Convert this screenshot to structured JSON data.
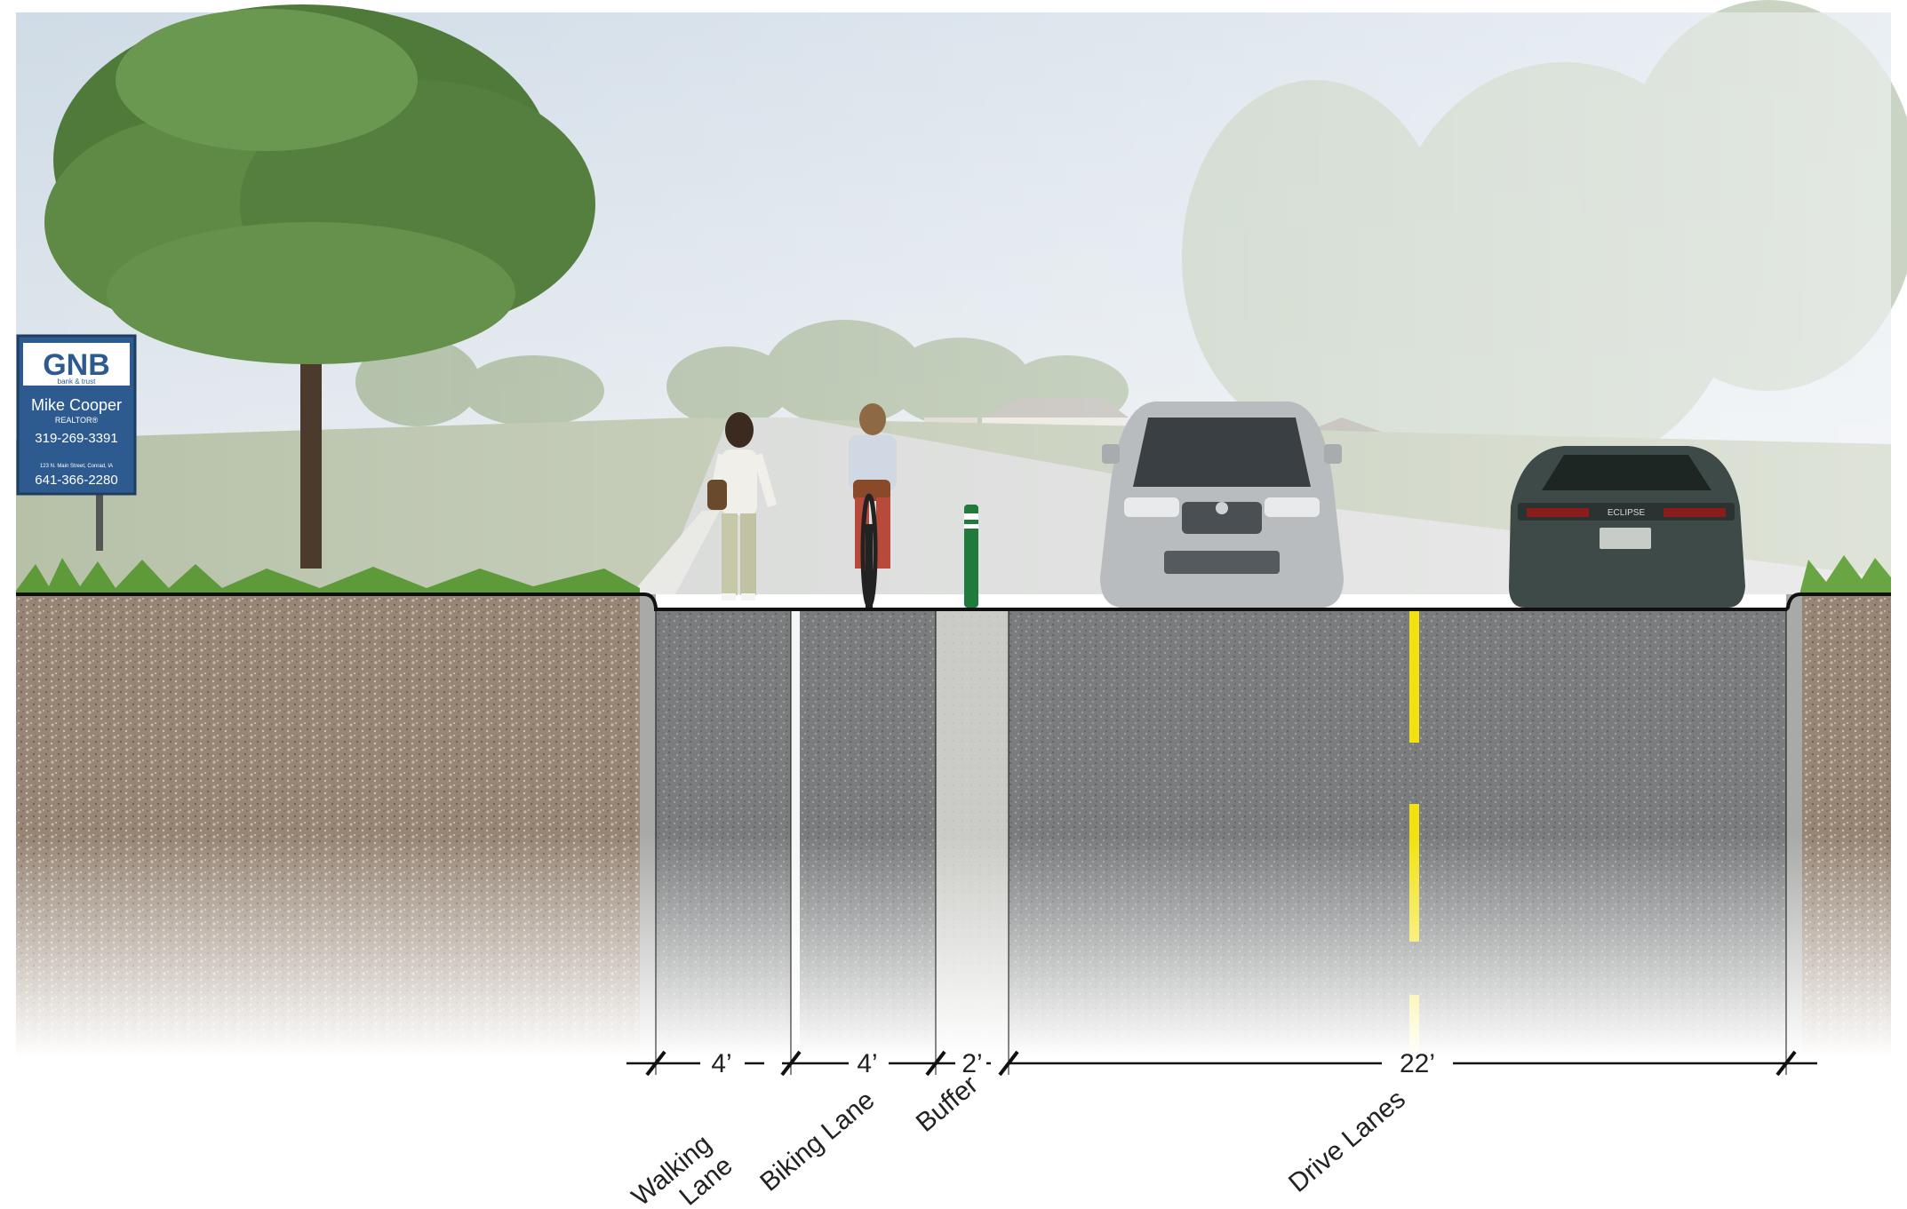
{
  "sign": {
    "brand": "GNB",
    "brand_sub": "bank & trust",
    "agent_name": "Mike Cooper",
    "agent_title": "REALTOR®",
    "phone_1": "319-269-3391",
    "address": "123 N. Main Street, Conrad, IA",
    "phone_2": "641-366-2280"
  },
  "car_badge": "ECLIPSE",
  "dimensions": [
    {
      "value": "4’"
    },
    {
      "value": "4’"
    },
    {
      "value": "2’"
    },
    {
      "value": "22’"
    }
  ],
  "lanes": {
    "walking": [
      "Walking",
      "Lane"
    ],
    "biking": "Biking Lane",
    "buffer": "Buffer",
    "drive": "Drive Lanes"
  },
  "colors": {
    "sky": "#dfe7ee",
    "grass": "#a9b69a",
    "soil": "#9a8878",
    "asphalt": "#77797a",
    "buffer_concrete": "#c9c9c6",
    "centerline": "#f2e20f",
    "bollard": "#1f7a3c",
    "sign_blue": "#2d5b8f"
  }
}
